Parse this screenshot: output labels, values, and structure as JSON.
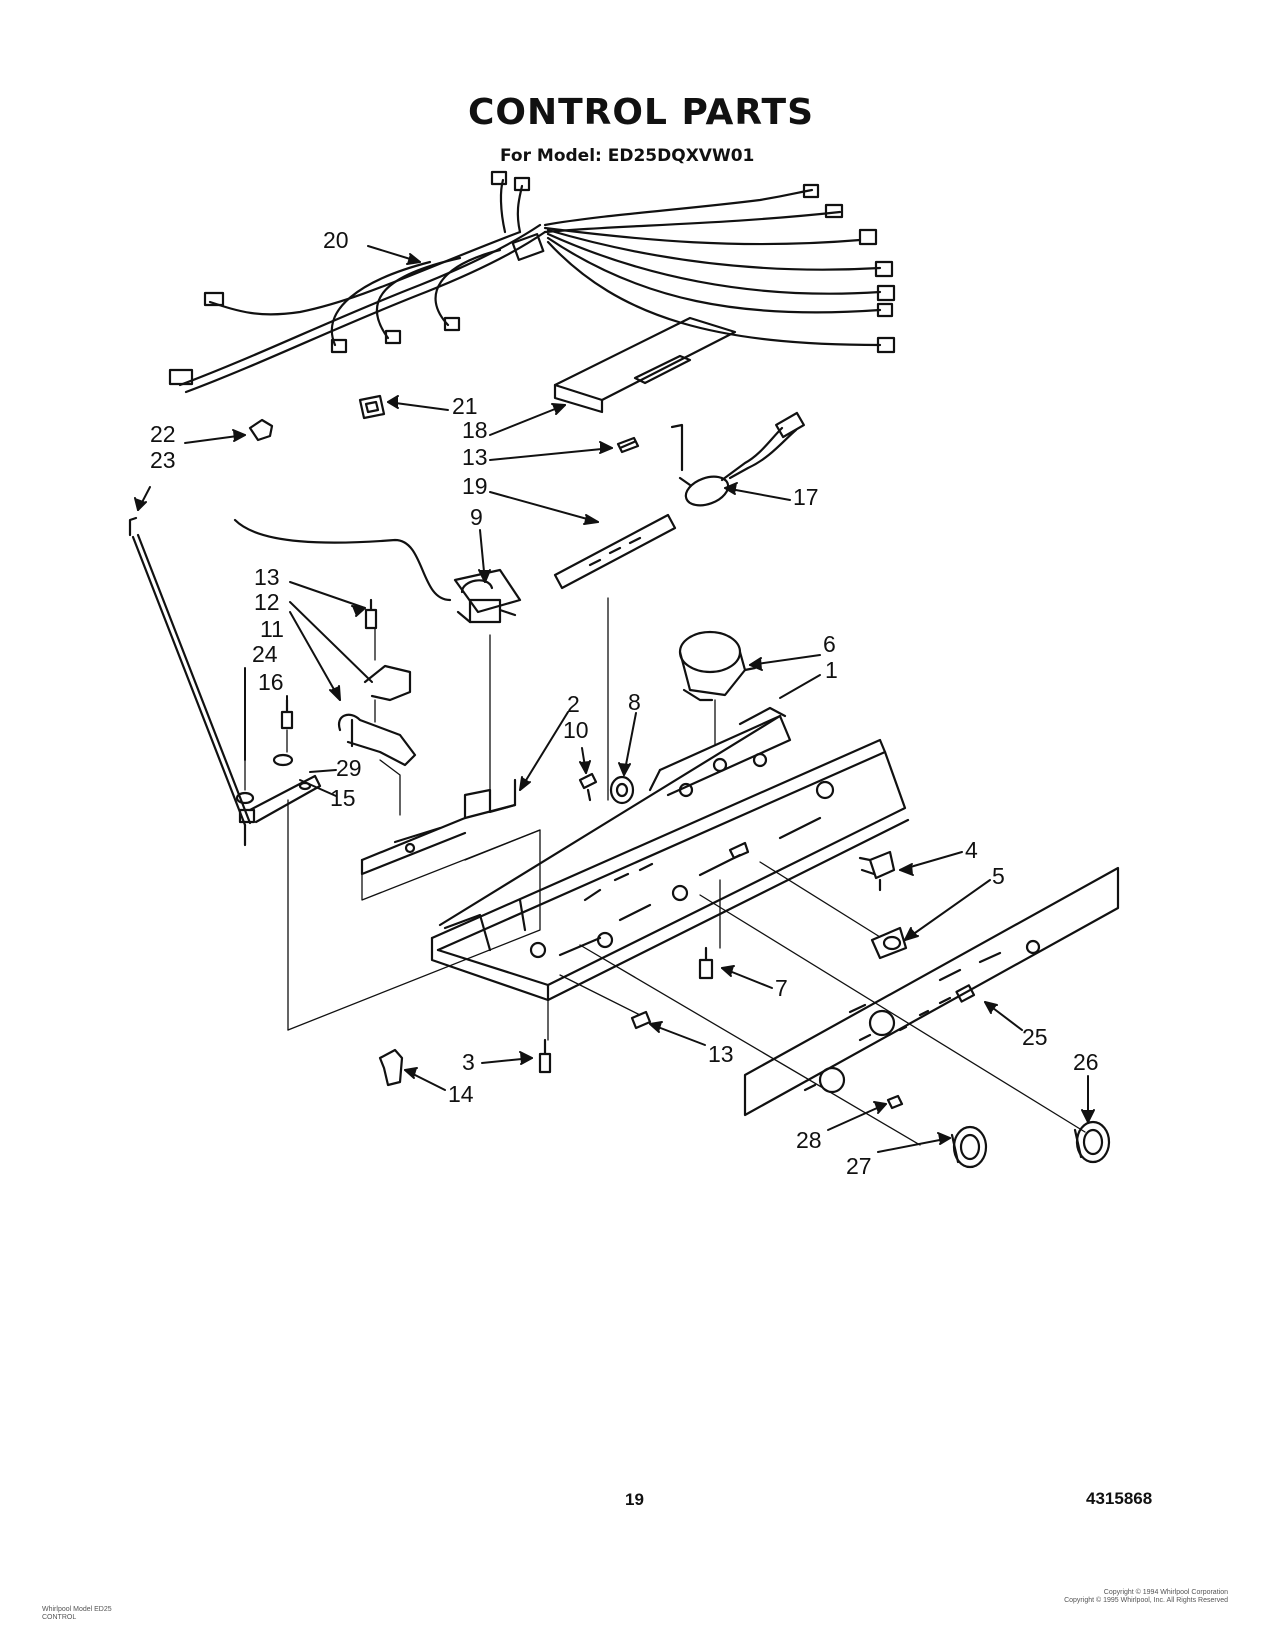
{
  "header": {
    "title": "CONTROL PARTS",
    "model": "For Model: ED25DQXVW01"
  },
  "callouts": [
    "20",
    "21",
    "18",
    "13",
    "19",
    "17",
    "22",
    "23",
    "9",
    "13",
    "12",
    "11",
    "24",
    "16",
    "29",
    "15",
    "8",
    "6",
    "1",
    "2",
    "10",
    "4",
    "5",
    "7",
    "25",
    "26",
    "13",
    "3",
    "14",
    "28",
    "27"
  ],
  "footer": {
    "page_number": "19",
    "doc_number": "4315868",
    "left_text": [
      "Whirlpool Model ED25",
      "CONTROL"
    ],
    "right_text": [
      "Copyright © 1994 Whirlpool Corporation",
      "Copyright © 1995 Whirlpool, Inc. All Rights Reserved"
    ]
  }
}
